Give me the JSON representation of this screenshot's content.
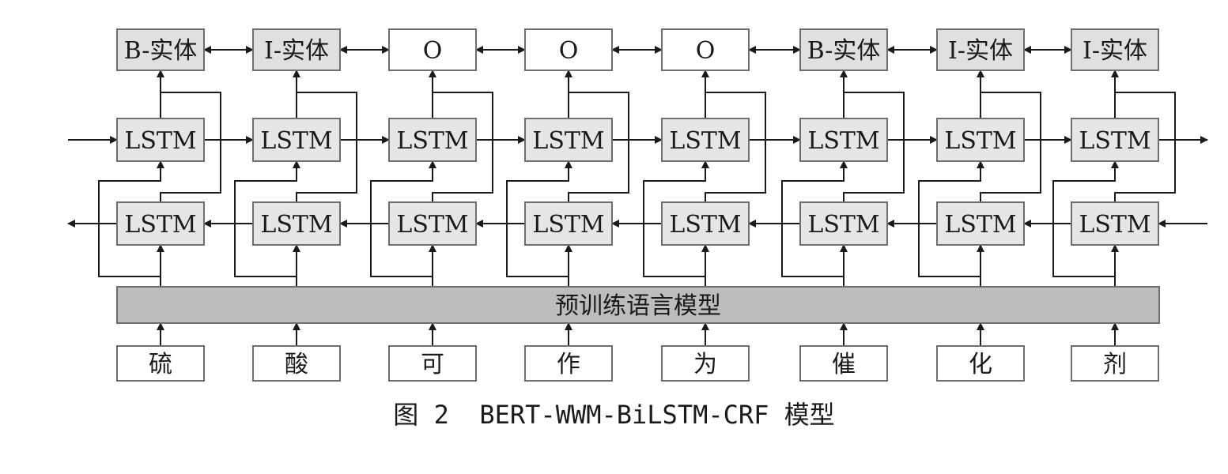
{
  "diagram": {
    "output_labels": [
      "B-实体",
      "I-实体",
      "O",
      "O",
      "O",
      "B-实体",
      "I-实体",
      "I-实体"
    ],
    "lstm_label": "LSTM",
    "embedding_label": "预训练语言模型",
    "input_chars": [
      "硫",
      "酸",
      "可",
      "作",
      "为",
      "催",
      "化",
      "剂"
    ],
    "colors": {
      "entity_fill": "#e0e0e0",
      "o_fill": "#ffffff",
      "lstm_fill": "#e6e6e6",
      "bar_fill": "#bdbdbd",
      "stroke": "#1a1a1a"
    }
  },
  "caption": "图 2  BERT-WWM-BiLSTM-CRF 模型"
}
